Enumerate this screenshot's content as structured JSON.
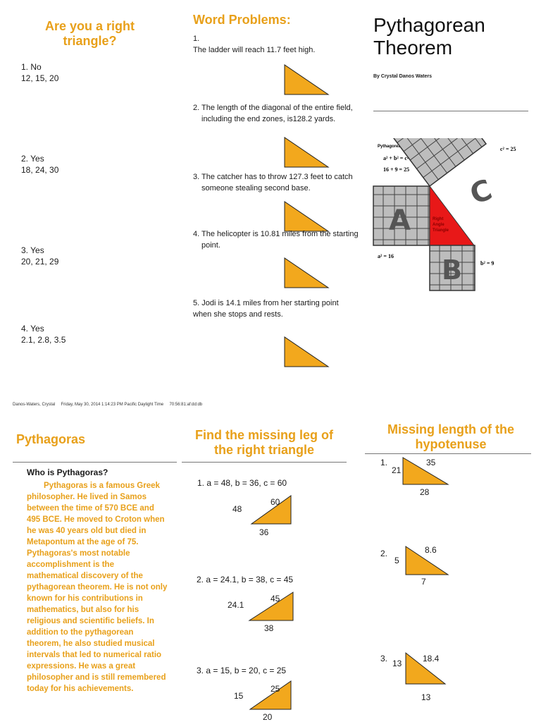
{
  "col1": {
    "heading": "Are you a right triangle?",
    "items": [
      {
        "answer": "1. No",
        "values": "12, 15, 20"
      },
      {
        "answer": "2. Yes",
        "values": "18, 24, 30"
      },
      {
        "answer": "3. Yes",
        "values": "20, 21, 29"
      },
      {
        "answer": "4. Yes",
        "values": "2.1, 2.8, 3.5"
      }
    ]
  },
  "col2": {
    "heading": "Word Problems:",
    "p1_num": "1.",
    "p1_text": "The ladder will reach 11.7 feet high.",
    "p2": "2. The length of the diagonal of the entire field, including the end zones, is128.2 yards.",
    "p3": "3. The catcher has to throw 127.3 feet to catch someone stealing second base.",
    "p4": "4. The helicopter is 10.81 miles from the starting point.",
    "p5": "5. Jodi is 14.1 miles from her starting point when she stops and rests."
  },
  "col3": {
    "title_line1": "Pythagorean",
    "title_line2": "Theorem",
    "author": "By Crystal Danos Waters",
    "diagram": {
      "title": "Pythagorean Theorem",
      "formula1": "a² + b² = c²",
      "formula2": "16 + 9 = 25",
      "c_sq": "c² = 25",
      "a_sq": "a² = 16",
      "b_sq": "b² = 9",
      "label_a": "A",
      "label_b": "B",
      "label_c": "C",
      "tri_line1": "Right",
      "tri_line2": "Angle",
      "tri_line3": "Triangle"
    }
  },
  "footer": {
    "author": "Danos-Waters, Crystal",
    "date": "Friday, May 30, 2014 1:14:23 PM Pacific Daylight Time",
    "id": "70:56:81:af:dd:db"
  },
  "col4": {
    "heading": "Pythagoras",
    "subheading": "Who is Pythagoras?",
    "body": "Pythagoras is a famous Greek philosopher. He lived in Samos between the time of 570 BCE and 495 BCE. He moved to Croton when he was 40 years old but died in Metapontum at the age of 75. Pythagoras's most notable accomplishment is the mathematical discovery of the pythagorean theorem. He is not only known for his contributions in mathematics, but also for his religious and scientific beliefs. In addition to the pythagorean theorem, he also studied musical intervals that led to numerical ratio expressions. He was a great philosopher and is still remembered today for his achievements."
  },
  "col5": {
    "heading": "Find the missing leg of the right triangle",
    "problems": [
      {
        "text": "1.  a = 48,  b = 36,  c = 60",
        "a": "48",
        "c": "60",
        "b": "36"
      },
      {
        "text": "2. a = 24.1,  b = 38, c = 45",
        "a": "24.1",
        "c": "45",
        "b": "38"
      },
      {
        "text": "3. a = 15, b = 20, c = 25",
        "a": "15",
        "c": "25",
        "b": "20"
      }
    ]
  },
  "col6": {
    "heading": "Missing length of the hypotenuse",
    "problems": [
      {
        "num": "1.",
        "a": "21",
        "c": "35",
        "b": "28"
      },
      {
        "num": "2.",
        "a": "5",
        "c": "8.6",
        "b": "7"
      },
      {
        "num": "3.",
        "a": "13",
        "c": "18.4",
        "b": "13"
      }
    ]
  }
}
